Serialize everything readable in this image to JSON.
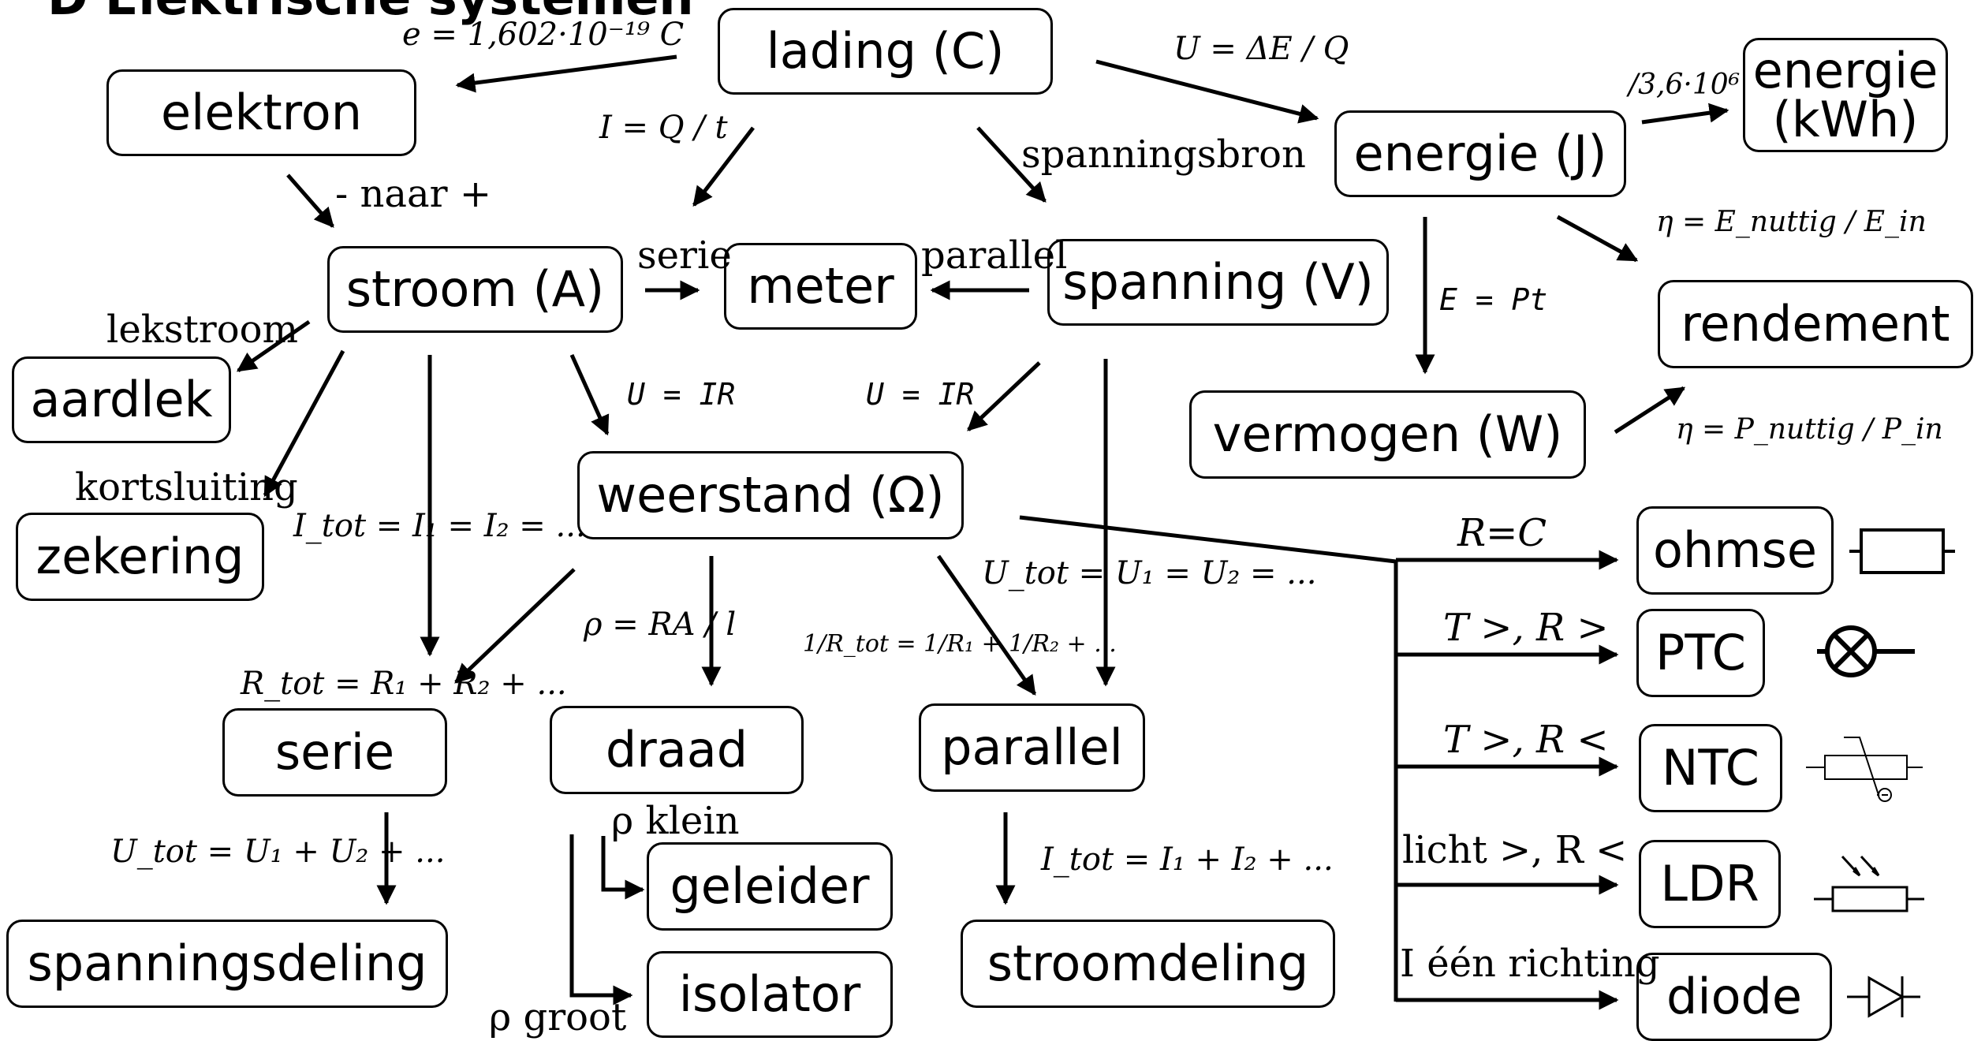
{
  "title": "D Elektrische systemen",
  "nodes": {
    "lading": "lading (C)",
    "elektron": "elektron",
    "energie_j": "energie (J)",
    "energie_kwh": "energie\n(kWh)",
    "stroom": "stroom (A)",
    "meter": "meter",
    "spanning": "spanning (V)",
    "rendement": "rendement",
    "aardlek": "aardlek",
    "vermogen": "vermogen (W)",
    "weerstand": "weerstand (Ω)",
    "zekering": "zekering",
    "ohmse": "ohmse",
    "ptc": "PTC",
    "serie": "serie",
    "draad": "draad",
    "parallel": "parallel",
    "ntc": "NTC",
    "geleider": "geleider",
    "ldr": "LDR",
    "spanningsdeling": "spanningsdeling",
    "isolator": "isolator",
    "stroomdeling": "stroomdeling",
    "diode": "diode"
  },
  "labels": {
    "e_charge": "e = 1,602·10⁻¹⁹ C",
    "u_de_q": "U = ΔE / Q",
    "div_36": "/3,6·10⁶",
    "i_q_t": "I = Q / t",
    "spanningsbron": "spanningsbron",
    "naar": "- naar +",
    "eta_e": "η = E_nuttig / E_in",
    "serie_lbl": "serie",
    "parallel_lbl": "parallel",
    "e_pt": "E = Pt",
    "lekstroom": "lekstroom",
    "u_ir_1": "U = IR",
    "u_ir_2": "U = IR",
    "eta_p": "η = P_nuttig / P_in",
    "kortsluiting": "kortsluiting",
    "i_tot_serie": "I_tot = I₁ = I₂ = ...",
    "r_const": "R=C",
    "u_tot_par": "U_tot = U₁ = U₂ = ...",
    "ptc_rule": "T >, R >",
    "rho": "ρ = RA / l",
    "r_par": "1/R_tot = 1/R₁ + 1/R₂ + ...",
    "r_serie": "R_tot = R₁ + R₂ + ...",
    "ntc_rule": "T >, R <",
    "rho_klein": "ρ klein",
    "ldr_rule": "licht >, R <",
    "u_tot_serie": "U_tot = U₁ + U₂ + ...",
    "i_tot_par": "I_tot = I₁ + I₂ + ...",
    "diode_rule": "I één richting",
    "rho_groot": "ρ groot"
  },
  "symbols": [
    "resistor-symbol",
    "lamp-symbol",
    "ntc-symbol",
    "ldr-symbol",
    "diode-symbol"
  ]
}
